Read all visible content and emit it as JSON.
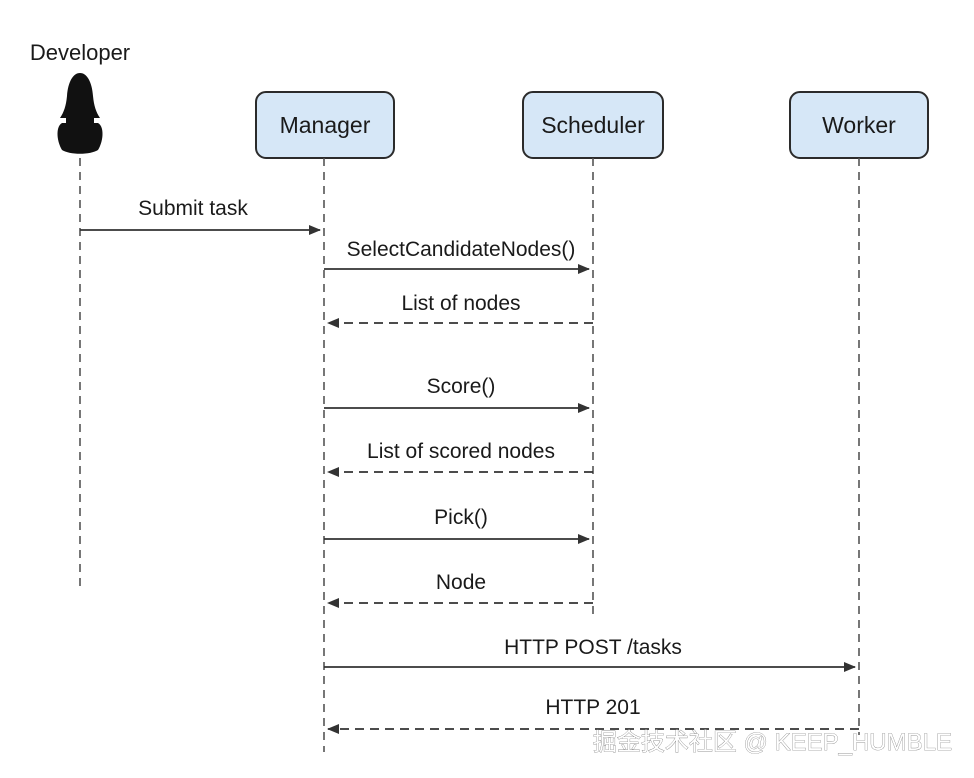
{
  "actor": {
    "label": "Developer",
    "icon": "person-silhouette-icon"
  },
  "participants": [
    {
      "id": "manager",
      "label": "Manager"
    },
    {
      "id": "scheduler",
      "label": "Scheduler"
    },
    {
      "id": "worker",
      "label": "Worker"
    }
  ],
  "messages": [
    {
      "from": "developer",
      "to": "manager",
      "label": "Submit task",
      "style": "solid"
    },
    {
      "from": "manager",
      "to": "scheduler",
      "label": "SelectCandidateNodes()",
      "style": "solid"
    },
    {
      "from": "scheduler",
      "to": "manager",
      "label": "List of nodes",
      "style": "dashed"
    },
    {
      "from": "manager",
      "to": "scheduler",
      "label": "Score()",
      "style": "solid"
    },
    {
      "from": "scheduler",
      "to": "manager",
      "label": "List of scored nodes",
      "style": "dashed"
    },
    {
      "from": "manager",
      "to": "scheduler",
      "label": "Pick()",
      "style": "solid"
    },
    {
      "from": "scheduler",
      "to": "manager",
      "label": "Node",
      "style": "dashed"
    },
    {
      "from": "manager",
      "to": "worker",
      "label": "HTTP POST /tasks",
      "style": "solid"
    },
    {
      "from": "worker",
      "to": "manager",
      "label": "HTTP 201",
      "style": "dashed"
    }
  ],
  "watermark": "掘金技术社区 @ KEEP_HUMBLE",
  "colors": {
    "box_fill": "#d6e7f7",
    "box_stroke": "#2b2b2b",
    "line": "#333333",
    "actor": "#111111"
  }
}
